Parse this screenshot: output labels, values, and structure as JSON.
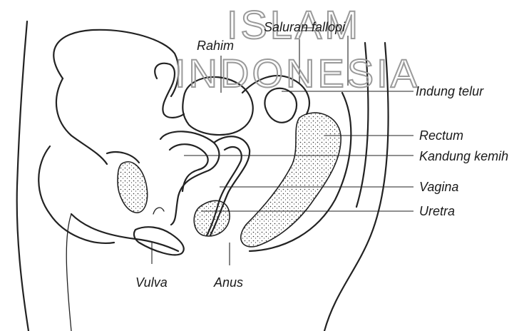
{
  "watermark": {
    "line1": "ISLAM",
    "line2": "INDONESIA"
  },
  "labels": {
    "saluran_fallopi": "Saluran fallopi",
    "rahim": "Rahim",
    "indung_telur": "Indung telur",
    "rectum": "Rectum",
    "kandung_kemih": "Kandung kemih",
    "vagina": "Vagina",
    "uretra": "Uretra",
    "vulva": "Vulva",
    "anus": "Anus"
  }
}
